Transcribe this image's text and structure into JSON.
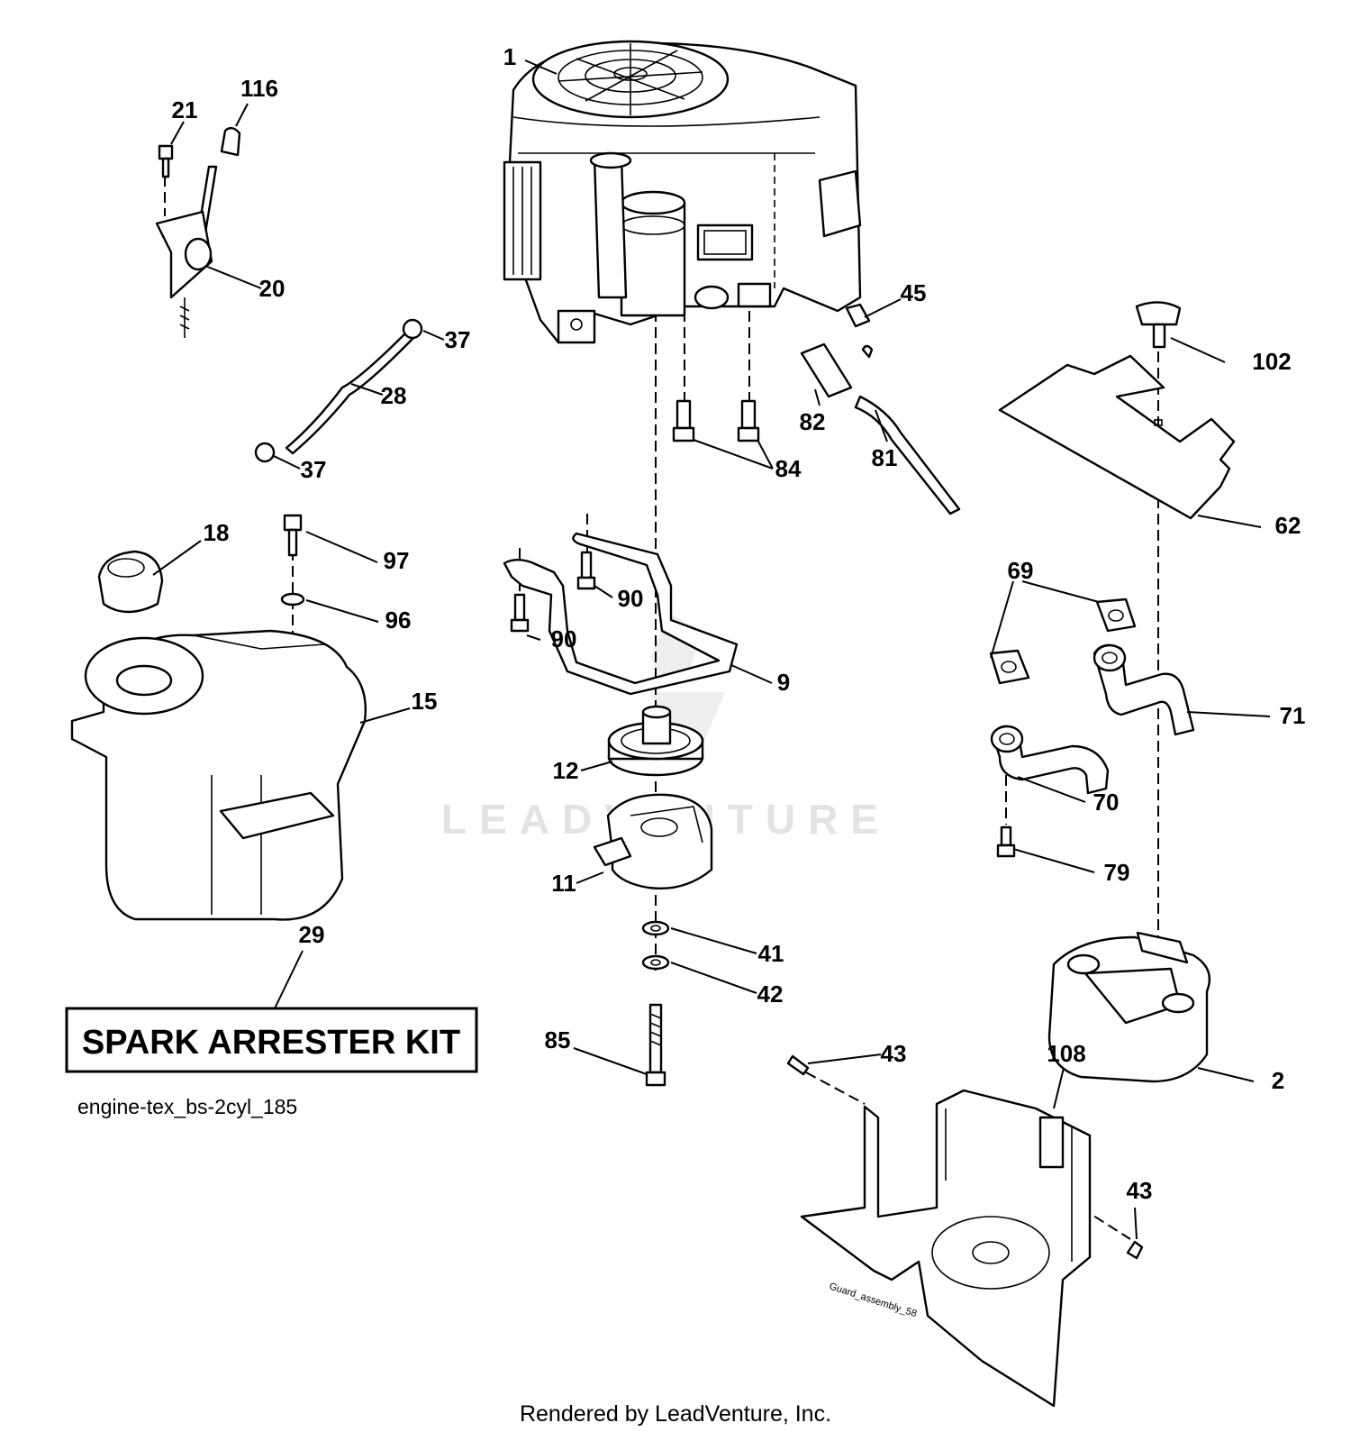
{
  "diagram_id": "engine-tex_bs-2cyl_185",
  "kit_label": "SPARK ARRESTER KIT",
  "footer": "Rendered by LeadVenture, Inc.",
  "watermark": "LEADVENTURE",
  "inset_id": "Guard_assembly_58",
  "callouts": {
    "c1": "1",
    "c116": "116",
    "c21": "21",
    "c20": "20",
    "c37a": "37",
    "c28": "28",
    "c37b": "37",
    "c18": "18",
    "c97": "97",
    "c96": "96",
    "c15": "15",
    "c29": "29",
    "c45": "45",
    "c82": "82",
    "c81": "81",
    "c84": "84",
    "c90a": "90",
    "c90b": "90",
    "c9": "9",
    "c12": "12",
    "c11": "11",
    "c41": "41",
    "c42": "42",
    "c85": "85",
    "c102": "102",
    "c62": "62",
    "c69": "69",
    "c71": "71",
    "c70": "70",
    "c79": "79",
    "c2": "2",
    "c43a": "43",
    "c108": "108",
    "c43b": "43"
  }
}
